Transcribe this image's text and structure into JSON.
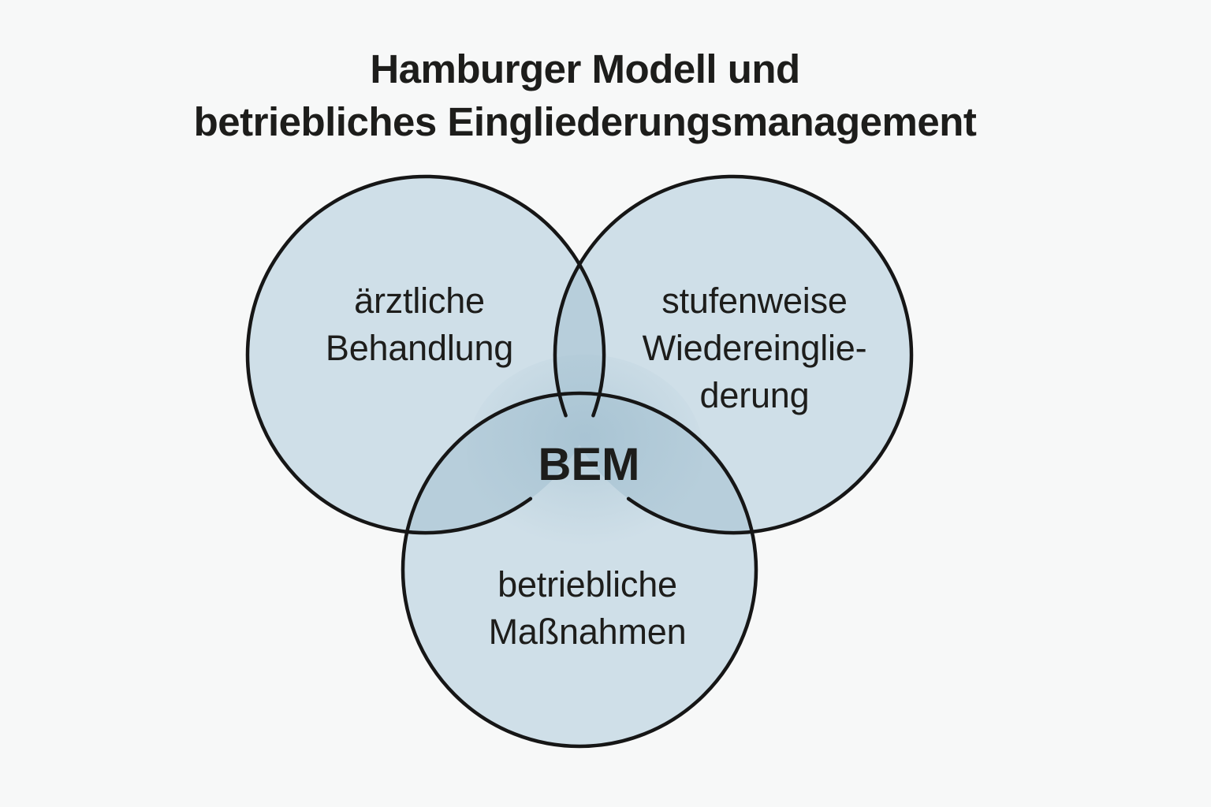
{
  "title": {
    "line1": "Hamburger Modell und",
    "line2": "betriebliches Eingliederungsmanagement"
  },
  "diagram": {
    "type": "venn",
    "description": "Three overlapping circles whose common intersection is BEM",
    "center_label": "BEM",
    "sets": [
      {
        "id": "aerztliche-behandlung",
        "label": "ärztliche Behandlung",
        "lines": [
          "ärztliche",
          "Behandlung"
        ]
      },
      {
        "id": "stufenweise-wiedereingliederung",
        "label": "stufenweise Wiedereingliederung",
        "lines": [
          "stufenweise",
          "Wiedereinglie-",
          "derung"
        ]
      },
      {
        "id": "betriebliche-massnahmen",
        "label": "betriebliche Maßnahmen",
        "lines": [
          "betriebliche",
          "Maßnahmen"
        ]
      }
    ]
  },
  "colors": {
    "background": "#f7f8f8",
    "circle_fill": "#cfdfe8",
    "overlap_fill": "#b7cedb",
    "outline": "#161616",
    "text": "#1d1d1b"
  }
}
